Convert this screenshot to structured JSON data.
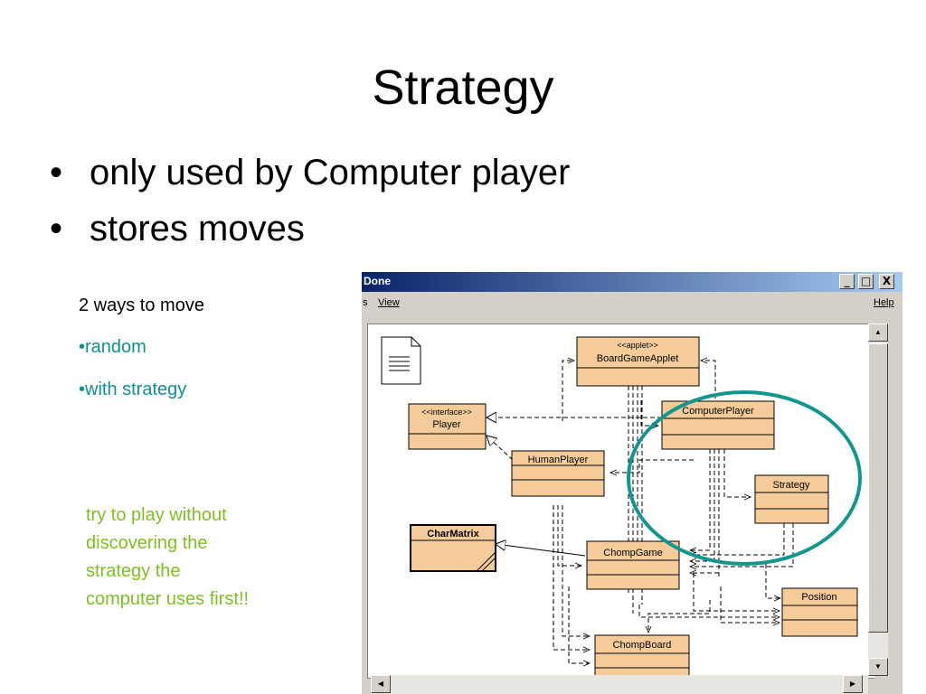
{
  "slide": {
    "title": "Strategy",
    "bullets": [
      "only used by Computer player",
      "stores moves"
    ],
    "bullet_glyph": "•"
  },
  "side": {
    "heading": "2 ways to move",
    "options": [
      "•random",
      "•with strategy"
    ]
  },
  "note": {
    "lines": [
      "try to play without",
      "discovering the",
      "strategy the",
      "computer uses first!!"
    ]
  },
  "window": {
    "title": "Done",
    "buttons": [
      "_",
      "□",
      "X"
    ],
    "menu": [
      "s",
      "View",
      "Help"
    ]
  },
  "diagram": {
    "classes": [
      {
        "key": "boardgameapplet",
        "stereotype": "<<applet>>",
        "name": "BoardGameApplet"
      },
      {
        "key": "player",
        "stereotype": "<<interface>>",
        "name": "Player"
      },
      {
        "key": "computerplayer",
        "name": "ComputerPlayer"
      },
      {
        "key": "humanplayer",
        "name": "HumanPlayer"
      },
      {
        "key": "strategy",
        "name": "Strategy"
      },
      {
        "key": "charmatrix",
        "name": "CharMatrix"
      },
      {
        "key": "chompgame",
        "name": "ChompGame"
      },
      {
        "key": "position",
        "name": "Position"
      },
      {
        "key": "chompboard",
        "name": "ChompBoard"
      }
    ]
  },
  "colors": {
    "class_fill": "#f5cc99",
    "highlight_ring": "#13968f",
    "note_text": "#7fbf1f",
    "teal_text": "#0f8f94"
  }
}
